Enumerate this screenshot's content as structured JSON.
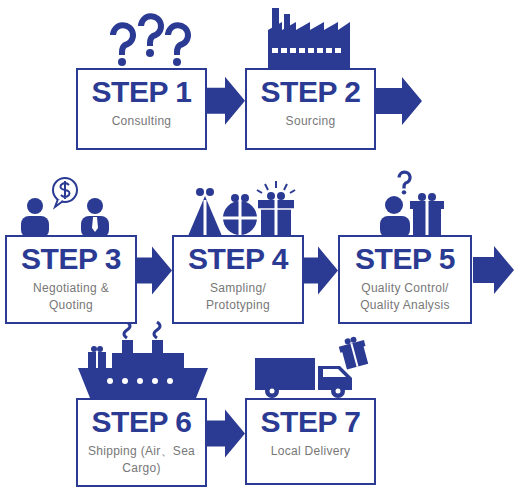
{
  "diagram": {
    "nodes": [
      {
        "text": [
          "STEP 1",
          "Consulting"
        ]
      },
      {
        "text": [
          "STEP 2",
          "Sourcing"
        ]
      },
      {
        "text": [
          "STEP 3",
          "Negotiating & Quoting"
        ]
      },
      {
        "text": [
          "STEP 4",
          "Sampling/ Prototyping"
        ]
      },
      {
        "text": [
          "STEP 5",
          "Quality Control/ Quality Analysis"
        ]
      },
      {
        "text": [
          "STEP 6",
          "Shipping (Air、Sea Cargo)"
        ]
      },
      {
        "text": [
          "STEP 7",
          "Local Delivery"
        ]
      }
    ],
    "edges": [
      {
        "from": 0,
        "to": 1,
        "arrow": "to"
      },
      {
        "from": 2,
        "to": 3,
        "arrow": "to"
      },
      {
        "from": 3,
        "to": 4,
        "arrow": "to"
      },
      {
        "from": 5,
        "to": 6,
        "arrow": "to"
      }
    ]
  }
}
